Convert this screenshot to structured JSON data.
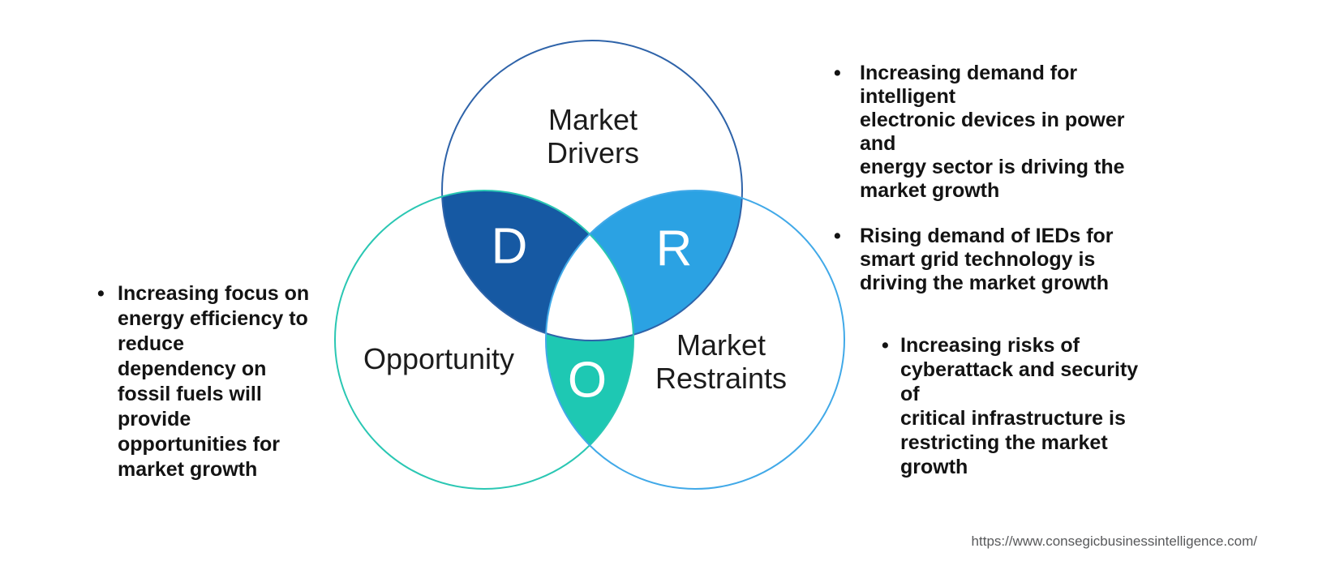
{
  "venn": {
    "drivers": {
      "label": [
        "Market",
        "Drivers"
      ],
      "letter": "D"
    },
    "opportunity": {
      "label": [
        "Opportunity"
      ],
      "letter": "O"
    },
    "restraints": {
      "label": [
        "Market",
        "Restraints"
      ],
      "letter": "R"
    },
    "colors": {
      "drivers_opportunity_overlap_fill": "#1659A3",
      "drivers_restraints_overlap_fill": "#2BA2E3",
      "opportunity_restraints_overlap_fill": "#1EC8B3",
      "center_overlap_fill": "#FFFFFF",
      "drivers_stroke": "#2E63A9",
      "opportunity_stroke": "#2AC7B3",
      "restraints_stroke": "#41A9E8",
      "text": "#131313"
    }
  },
  "bullets": {
    "marker": "•",
    "drivers": [
      {
        "lines": [
          "Increasing demand for intelligent",
          "electronic devices in power and",
          "energy sector is driving the",
          "market growth"
        ]
      },
      {
        "lines": [
          "Rising demand of IEDs for",
          "smart grid technology is",
          "driving the market growth"
        ]
      }
    ],
    "opportunity": [
      {
        "lines": [
          "Increasing focus on",
          "energy efficiency to",
          "reduce",
          "dependency on",
          "fossil fuels will",
          "provide",
          "opportunities for",
          "market growth"
        ]
      }
    ],
    "restraints": [
      {
        "lines": [
          "Increasing risks of",
          "cyberattack and security of",
          "critical infrastructure is",
          "restricting the market",
          "growth"
        ]
      }
    ]
  },
  "footer": {
    "url": "https://www.consegicbusinessintelligence.com/"
  }
}
